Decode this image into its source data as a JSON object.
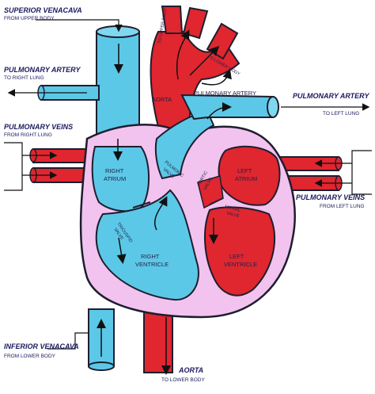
{
  "colors": {
    "blue": "#5cc8e8",
    "red": "#e0262f",
    "pink": "#f2c3ef",
    "outline": "#1e1e2e",
    "arrow": "#111111"
  },
  "callouts": {
    "superior_vena_cava": {
      "title": "SUPERIOR VENACAVA",
      "sub": "FROM UPPER BODY"
    },
    "pulmonary_artery_left": {
      "title": "PULMONARY ARTERY",
      "sub": "TO RIGHT LUNG"
    },
    "pulmonary_veins_left": {
      "title": "PULMONARY VEINS",
      "sub": "FROM RIGHT LUNG"
    },
    "pulmonary_artery_right": {
      "title": "PULMONARY ARTERY",
      "sub": "TO LEFT LUNG"
    },
    "pulmonary_veins_right": {
      "title": "PULMONARY VEINS",
      "sub": "FROM LEFT LUNG"
    },
    "inferior_vena_cava": {
      "title": "INFERIOR VENACAVA",
      "sub": "FROM LOWER BODY"
    },
    "aorta_bottom": {
      "title": "AORTA",
      "sub": "TO LOWER BODY"
    }
  },
  "inner_labels": {
    "aorta": "AORTA",
    "pulmonary_artery": "PULMONARY ARTERY",
    "right_atrium": [
      "RIGHT",
      "ATRIUM"
    ],
    "left_atrium": [
      "LEFT",
      "ATRIUM"
    ],
    "pulmonic_valve": [
      "PULMONIC",
      "VALVE"
    ],
    "aortic_valve": [
      "AORTIC",
      "VALVE"
    ],
    "tricuspid_valve": [
      "TRICUSPID",
      "VALVE"
    ],
    "mitral_valve": [
      "MITRAL",
      "VALVE"
    ],
    "right_ventricle": [
      "RIGHT",
      "VENTRICLE"
    ],
    "left_ventricle": [
      "LEFT",
      "VENTRICLE"
    ],
    "to_upper_body": "TO UPPER BODY",
    "to_lower_body": "TO LOWER BODY"
  }
}
